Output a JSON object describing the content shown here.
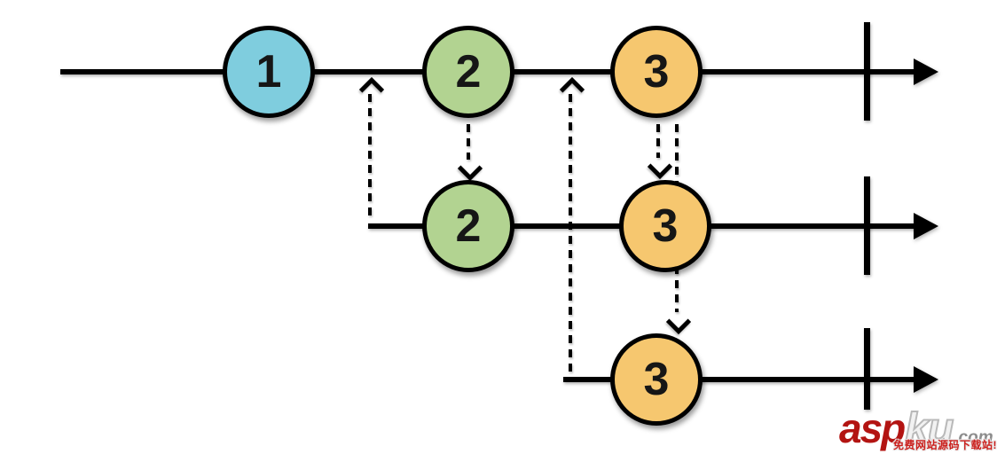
{
  "diagram": {
    "type": "marble-diagram",
    "description": "Observable timelines: source emits 1,2,3 then completes; second subscriber receives 2,3; third subscriber receives 3",
    "timelines": [
      {
        "id": "source",
        "marbles": [
          {
            "label": "1",
            "color": "#7fcdde"
          },
          {
            "label": "2",
            "color": "#b2d391"
          },
          {
            "label": "3",
            "color": "#f6c76f"
          }
        ],
        "completed": true
      },
      {
        "id": "second-subscriber",
        "marbles": [
          {
            "label": "2",
            "color": "#b2d391"
          },
          {
            "label": "3",
            "color": "#f6c76f"
          }
        ],
        "completed": true
      },
      {
        "id": "third-subscriber",
        "marbles": [
          {
            "label": "3",
            "color": "#f6c76f"
          }
        ],
        "completed": true
      }
    ],
    "colors": {
      "line": "#000000",
      "marble_border": "#000000"
    }
  },
  "watermark": {
    "brand_primary": "asp",
    "brand_secondary": "ku",
    "tld": ".com",
    "tagline": "免费网站源码下载站!",
    "color_red": "#b31412"
  }
}
